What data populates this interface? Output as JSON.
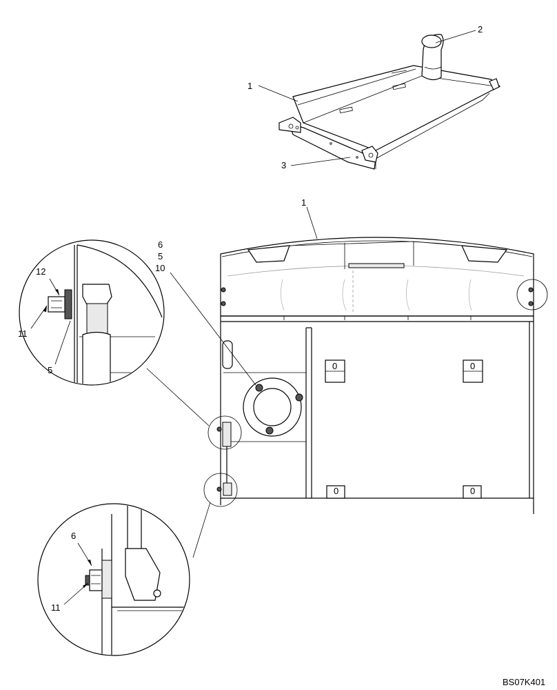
{
  "callouts": {
    "top_cover": "1",
    "exhaust_stack": "2",
    "front_edge": "3",
    "main_cover": "1",
    "group_6": "6",
    "group_5": "5",
    "group_10": "10",
    "detail_a_12": "12",
    "detail_a_11": "11",
    "detail_a_5": "5",
    "detail_b_6": "6",
    "detail_b_11": "11"
  },
  "drawing_code": "BS07K401"
}
